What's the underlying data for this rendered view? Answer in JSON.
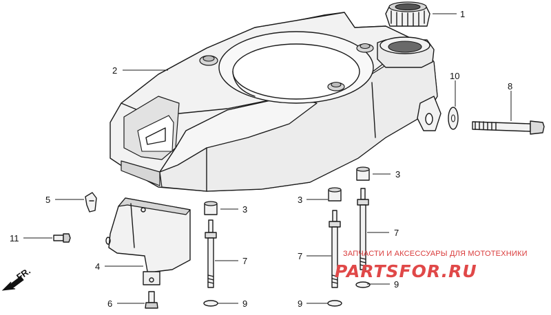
{
  "diagram": {
    "callouts": [
      {
        "id": "1",
        "text": "1"
      },
      {
        "id": "2",
        "text": "2"
      },
      {
        "id": "3a",
        "text": "3"
      },
      {
        "id": "3b",
        "text": "3"
      },
      {
        "id": "3c",
        "text": "3"
      },
      {
        "id": "4",
        "text": "4"
      },
      {
        "id": "5",
        "text": "5"
      },
      {
        "id": "6",
        "text": "6"
      },
      {
        "id": "7a",
        "text": "7"
      },
      {
        "id": "7b",
        "text": "7"
      },
      {
        "id": "7c",
        "text": "7"
      },
      {
        "id": "8",
        "text": "8"
      },
      {
        "id": "9a",
        "text": "9"
      },
      {
        "id": "9b",
        "text": "9"
      },
      {
        "id": "9c",
        "text": "9"
      },
      {
        "id": "10",
        "text": "10"
      },
      {
        "id": "11",
        "text": "11"
      }
    ],
    "front_marker": "FR.",
    "watermark": {
      "tagline": "ЗАПЧАСТИ И АКСЕССУАРЫ ДЛЯ МОТОТЕХНИКИ",
      "brand": "PARTSFOR.RU",
      "color": "#e04848"
    }
  }
}
